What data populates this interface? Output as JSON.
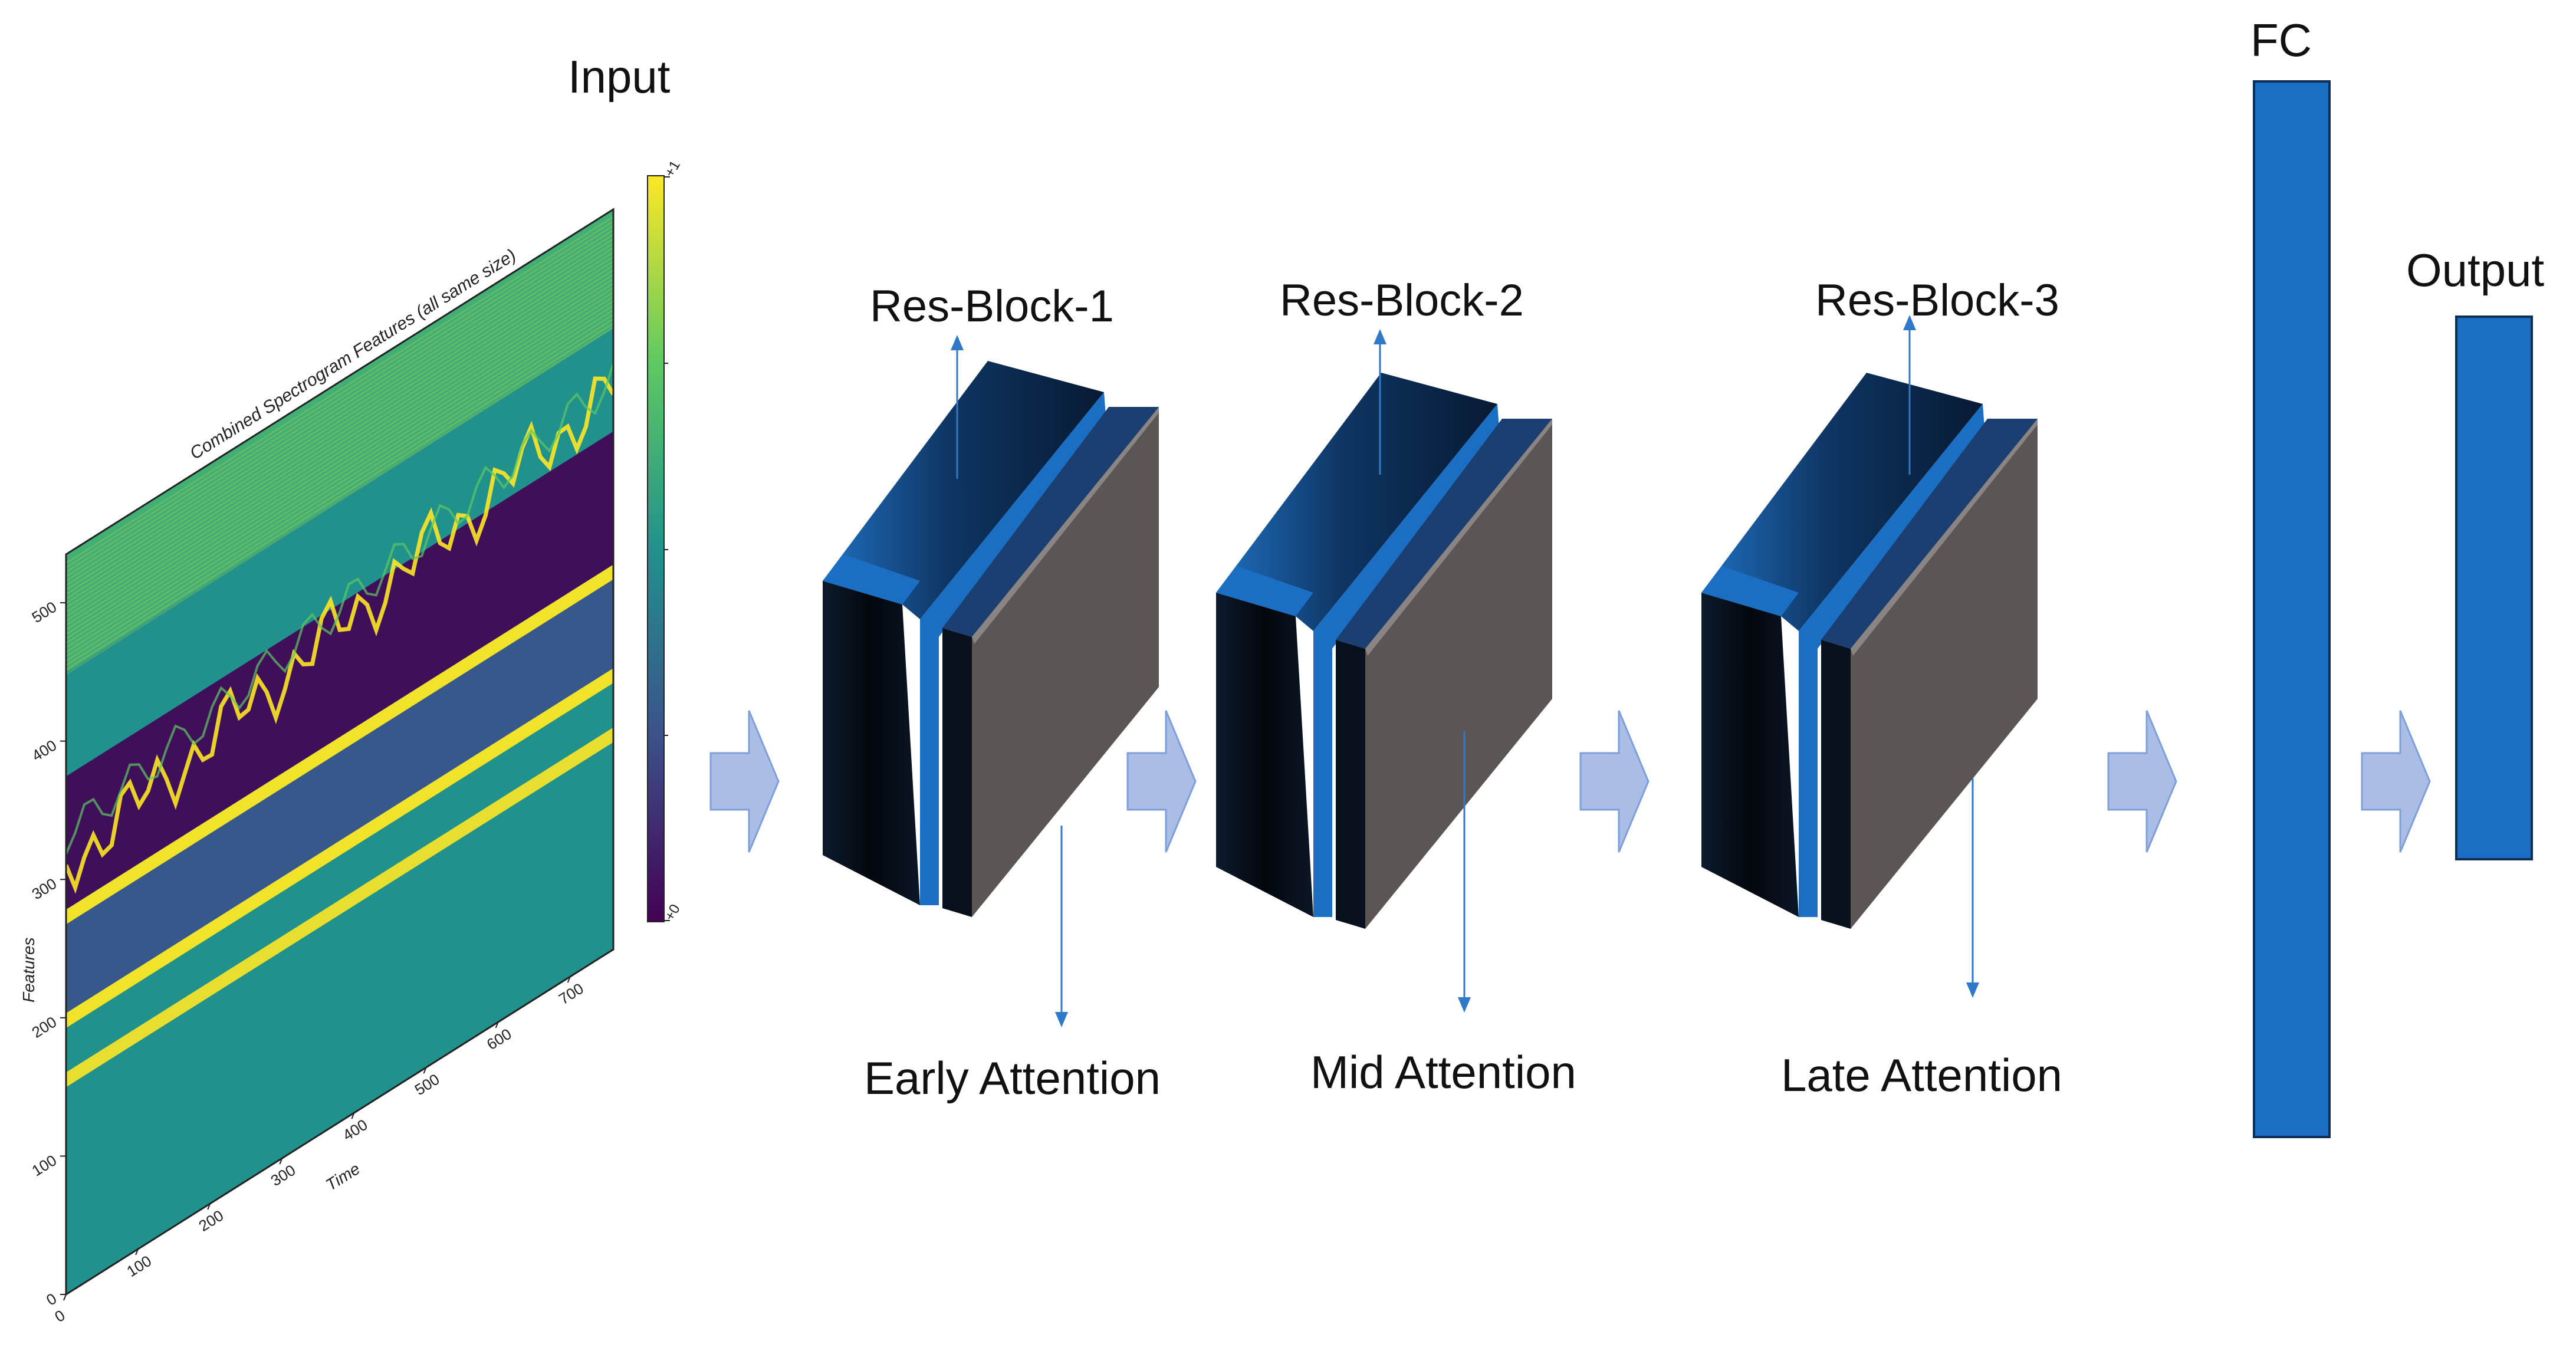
{
  "input": {
    "label": "Input",
    "plot_title": "Combined Spectrogram Features (all same size)",
    "x_axis_label": "Time",
    "y_axis_label": "Features",
    "x_ticks": [
      "0",
      "100",
      "200",
      "300",
      "400",
      "500",
      "600",
      "700"
    ],
    "y_ticks": [
      "0",
      "100",
      "200",
      "300",
      "400",
      "500"
    ],
    "colorbar_ticks": [
      "+1",
      "+0"
    ]
  },
  "blocks": [
    {
      "label": "Res-Block-1",
      "attention_label": "Early Attention"
    },
    {
      "label": "Res-Block-2",
      "attention_label": "Mid Attention"
    },
    {
      "label": "Res-Block-3",
      "attention_label": "Late Attention"
    }
  ],
  "fc": {
    "label": "FC"
  },
  "output": {
    "label": "Output"
  },
  "colors": {
    "block_blue": "#1a6fc4",
    "block_dark": "#0a1220",
    "feature_gray": "#5b5654",
    "arrow_fill": "#a9bde6",
    "arrow_stroke": "#7f9fd8",
    "line_blue": "#2f79c8",
    "viridis": [
      "#440154",
      "#3b528b",
      "#21918c",
      "#5ec962",
      "#fde725"
    ]
  }
}
